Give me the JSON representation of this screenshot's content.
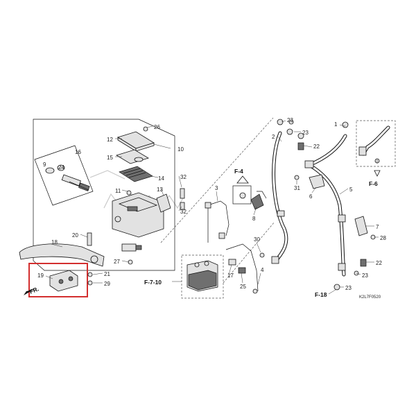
{
  "callouts": {
    "c16": "16",
    "c9": "9",
    "c24": "24",
    "c26": "26",
    "c12": "12",
    "c10": "10",
    "c15": "15",
    "c11": "11",
    "c13": "13",
    "c14": "14",
    "c32a": "32",
    "c32b": "32",
    "c20": "20",
    "c18": "18",
    "c27": "27",
    "c19": "19",
    "c21": "21",
    "c29": "29",
    "c3": "3",
    "c8": "8",
    "c30": "30",
    "c17": "17",
    "c25": "25",
    "c4": "4",
    "c23a": "23",
    "c23b": "23",
    "c2": "2",
    "c22a": "22",
    "c1": "1",
    "c31": "31",
    "c6": "6",
    "c5": "5",
    "c7": "7",
    "c28": "28",
    "c22b": "22",
    "c23c": "23",
    "c23d": "23"
  },
  "refs": {
    "f4": "F-4",
    "f6": "F-6",
    "f710": "F-7-10",
    "f18": "F-18",
    "fr": "FR."
  },
  "drawing_code": "K2L7F0520",
  "highlight_color": "#d32f2f"
}
